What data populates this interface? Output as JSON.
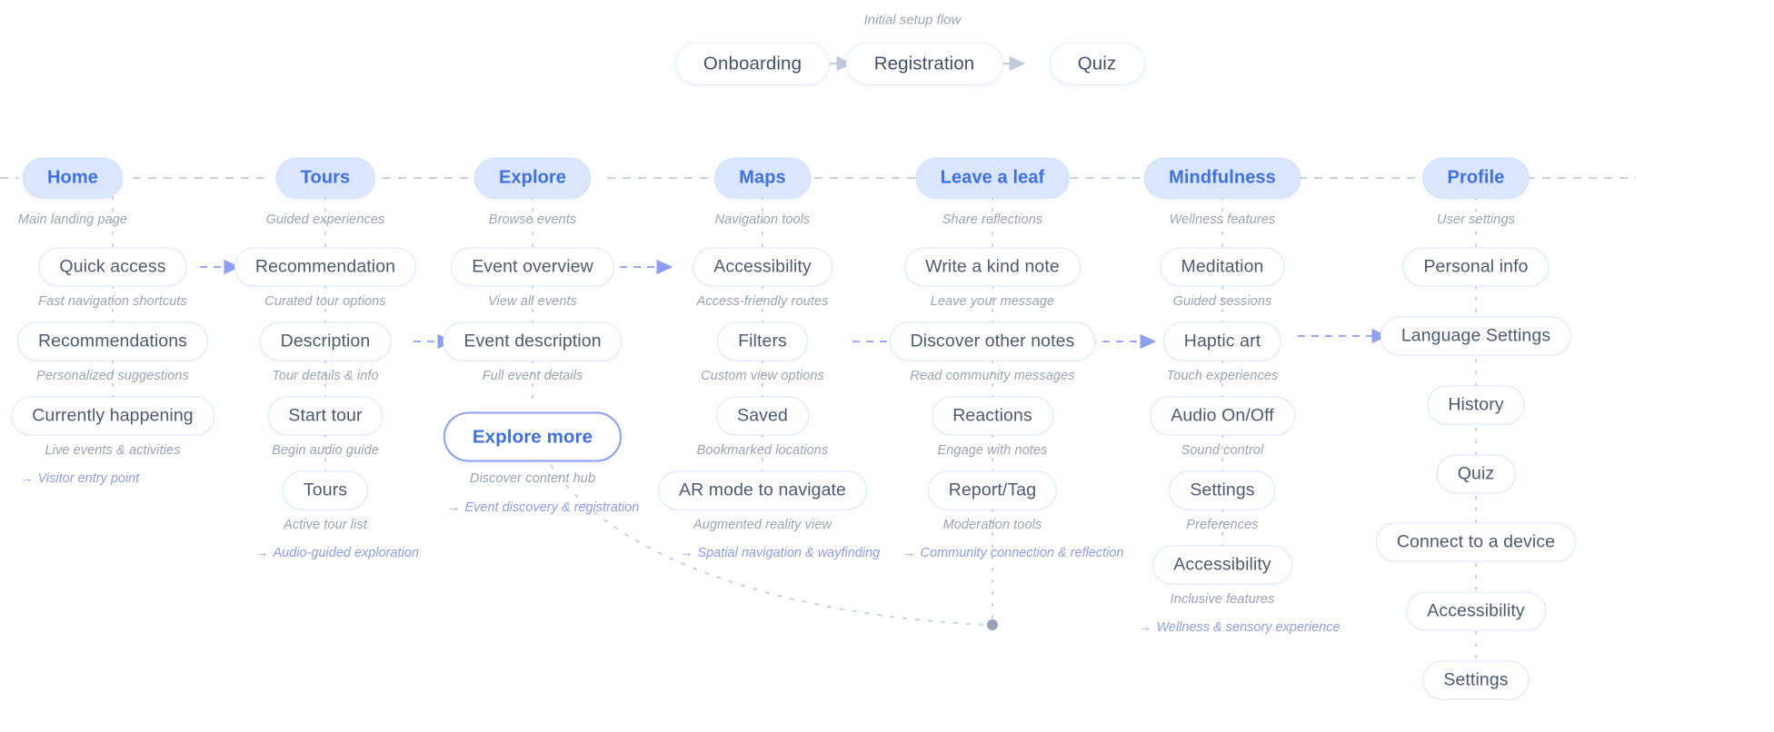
{
  "diagram": {
    "title_label": "Initial setup flow",
    "setup_flow": {
      "nodes": [
        {
          "label": "Onboarding"
        },
        {
          "label": "Registration"
        },
        {
          "label": "Quiz"
        }
      ]
    },
    "columns": [
      {
        "header": "Home",
        "header_caption": "Main landing page",
        "footnote": "Visitor entry point",
        "items": [
          {
            "label": "Quick access",
            "caption": "Fast navigation shortcuts"
          },
          {
            "label": "Recommendations",
            "caption": "Personalized suggestions"
          },
          {
            "label": "Currently happening",
            "caption": "Live events & activities"
          }
        ]
      },
      {
        "header": "Tours",
        "header_caption": "Guided experiences",
        "footnote": "Audio-guided exploration",
        "items": [
          {
            "label": "Recommendation",
            "caption": "Curated tour options"
          },
          {
            "label": "Description",
            "caption": "Tour details & info"
          },
          {
            "label": "Start tour",
            "caption": "Begin audio guide"
          },
          {
            "label": "Tours",
            "caption": "Active tour list"
          }
        ]
      },
      {
        "header": "Explore",
        "header_caption": "Browse events",
        "footnote": "Event discovery & registration",
        "items": [
          {
            "label": "Event overview",
            "caption": "View all events"
          },
          {
            "label": "Event description",
            "caption": "Full event details"
          },
          {
            "label": "Explore more",
            "caption": "Discover content hub",
            "highlight": true
          }
        ]
      },
      {
        "header": "Maps",
        "header_caption": "Navigation tools",
        "footnote": "Spatial navigation & wayfinding",
        "items": [
          {
            "label": "Accessibility",
            "caption": "Access-friendly routes"
          },
          {
            "label": "Filters",
            "caption": "Custom view options"
          },
          {
            "label": "Saved",
            "caption": "Bookmarked locations"
          },
          {
            "label": "AR mode to navigate",
            "caption": "Augmented reality view"
          }
        ]
      },
      {
        "header": "Leave a leaf",
        "header_caption": "Share reflections",
        "footnote": "Community connection & reflection",
        "items": [
          {
            "label": "Write a kind note",
            "caption": "Leave your message"
          },
          {
            "label": "Discover other notes",
            "caption": "Read community messages"
          },
          {
            "label": "Reactions",
            "caption": "Engage with notes"
          },
          {
            "label": "Report/Tag",
            "caption": "Moderation tools"
          }
        ]
      },
      {
        "header": "Mindfulness",
        "header_caption": "Wellness features",
        "footnote": "Wellness & sensory experience",
        "items": [
          {
            "label": "Meditation",
            "caption": "Guided sessions"
          },
          {
            "label": "Haptic art",
            "caption": "Touch experiences"
          },
          {
            "label": "Audio On/Off",
            "caption": "Sound control"
          },
          {
            "label": "Settings",
            "caption": "Preferences"
          },
          {
            "label": "Accessibility",
            "caption": "Inclusive features"
          }
        ]
      },
      {
        "header": "Profile",
        "header_caption": "User settings",
        "footnote": "",
        "items": [
          {
            "label": "Personal info",
            "caption": ""
          },
          {
            "label": "Language Settings",
            "caption": ""
          },
          {
            "label": "History",
            "caption": ""
          },
          {
            "label": "Quiz",
            "caption": ""
          },
          {
            "label": "Connect to a device",
            "caption": ""
          },
          {
            "label": "Accessibility",
            "caption": ""
          },
          {
            "label": "Settings",
            "caption": ""
          }
        ]
      }
    ],
    "colors": {
      "header_fill": "#d9e6fd",
      "header_text": "#3f6fe8",
      "node_border": "#dde4fb",
      "node_text": "#4d5a72",
      "caption_text": "#9aa3b5",
      "footnote_text": "#8f9bf0",
      "connector_blue": "#9aaaf2",
      "connector_gray": "#ccd2de",
      "highlight_border": "#8d9ff4"
    }
  }
}
